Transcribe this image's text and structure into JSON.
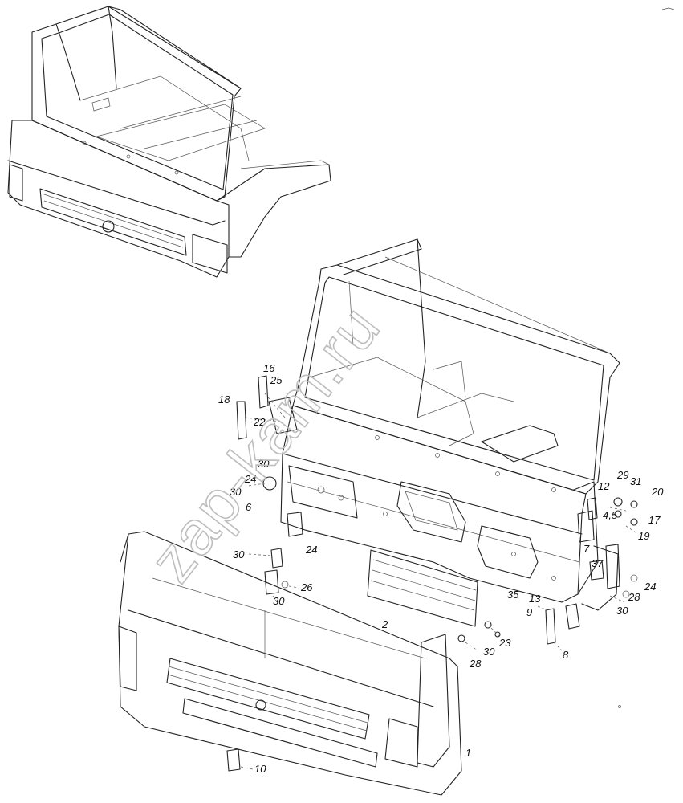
{
  "watermark": "zap-kam.ru",
  "labels": {
    "l1": "1",
    "l2": "2",
    "l4_5": "4,5",
    "l6": "6",
    "l7": "7",
    "l8": "8",
    "l9": "9",
    "l10": "10",
    "l12": "12",
    "l13": "13",
    "l16": "16",
    "l17": "17",
    "l18": "18",
    "l19": "19",
    "l20": "20",
    "l22": "22",
    "l23": "23",
    "l24a": "24",
    "l24b": "24",
    "l24c": "24",
    "l25": "25",
    "l26": "26",
    "l28a": "28",
    "l28b": "28",
    "l29": "29",
    "l30a": "30",
    "l30b": "30",
    "l30c": "30",
    "l30d": "30",
    "l30e": "30",
    "l30f": "30",
    "l31": "31",
    "l35": "35",
    "l37": "37"
  }
}
